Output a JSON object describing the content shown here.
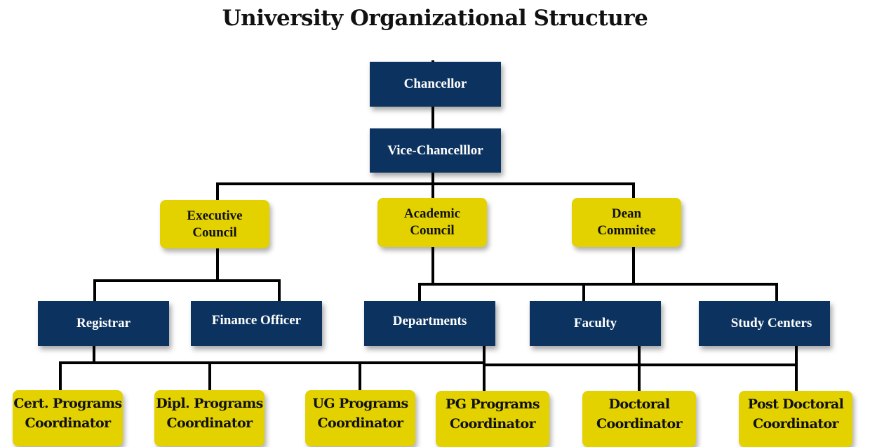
{
  "title": "University Organizational Structure",
  "colors": {
    "executive_box": "#0c3360",
    "council_box": "#e3d200",
    "connector": "#000000"
  },
  "levels": {
    "top": [
      {
        "id": "chancellor",
        "label": "Chancellor"
      },
      {
        "id": "vice-chancellor",
        "label": "Vice-Chancelllor"
      }
    ],
    "councils": [
      {
        "id": "executive-council",
        "label": "Executive\nCouncil"
      },
      {
        "id": "academic-council",
        "label": "Academic\nCouncil"
      },
      {
        "id": "dean-committee",
        "label": "Dean\nCommitee"
      }
    ],
    "offices": [
      {
        "id": "registrar",
        "label": "Registrar"
      },
      {
        "id": "finance-officer",
        "label": "Finance Officer"
      },
      {
        "id": "departments",
        "label": "Departments"
      },
      {
        "id": "faculty",
        "label": "Faculty"
      },
      {
        "id": "study-centers",
        "label": "Study Centers"
      }
    ],
    "coordinators": [
      {
        "id": "cert-programs-coordinator",
        "label": "Cert. Programs\nCoordinator"
      },
      {
        "id": "dipl-programs-coordinator",
        "label": "Dipl. Programs\nCoordinator"
      },
      {
        "id": "ug-programs-coordinator",
        "label": "UG Programs\nCoordinator"
      },
      {
        "id": "pg-programs-coordinator",
        "label": "PG Programs\nCoordinator"
      },
      {
        "id": "doctoral-coordinator",
        "label": "Doctoral\nCoordinator"
      },
      {
        "id": "post-doctoral-coordinator",
        "label": "Post Doctoral\nCoordinator"
      }
    ]
  },
  "edges": [
    [
      "chancellor",
      "vice-chancellor"
    ],
    [
      "vice-chancellor",
      "executive-council"
    ],
    [
      "vice-chancellor",
      "academic-council"
    ],
    [
      "vice-chancellor",
      "dean-committee"
    ],
    [
      "executive-council",
      "registrar"
    ],
    [
      "executive-council",
      "finance-officer"
    ],
    [
      "academic-council",
      "departments"
    ],
    [
      "academic-council",
      "faculty"
    ],
    [
      "academic-council",
      "study-centers"
    ],
    [
      "dean-committee",
      "departments"
    ],
    [
      "dean-committee",
      "faculty"
    ],
    [
      "dean-committee",
      "study-centers"
    ],
    [
      "registrar",
      "cert-programs-coordinator"
    ],
    [
      "registrar",
      "dipl-programs-coordinator"
    ],
    [
      "registrar",
      "ug-programs-coordinator"
    ],
    [
      "registrar",
      "pg-programs-coordinator"
    ],
    [
      "departments",
      "pg-programs-coordinator"
    ],
    [
      "faculty",
      "doctoral-coordinator"
    ],
    [
      "study-centers",
      "post-doctoral-coordinator"
    ]
  ]
}
